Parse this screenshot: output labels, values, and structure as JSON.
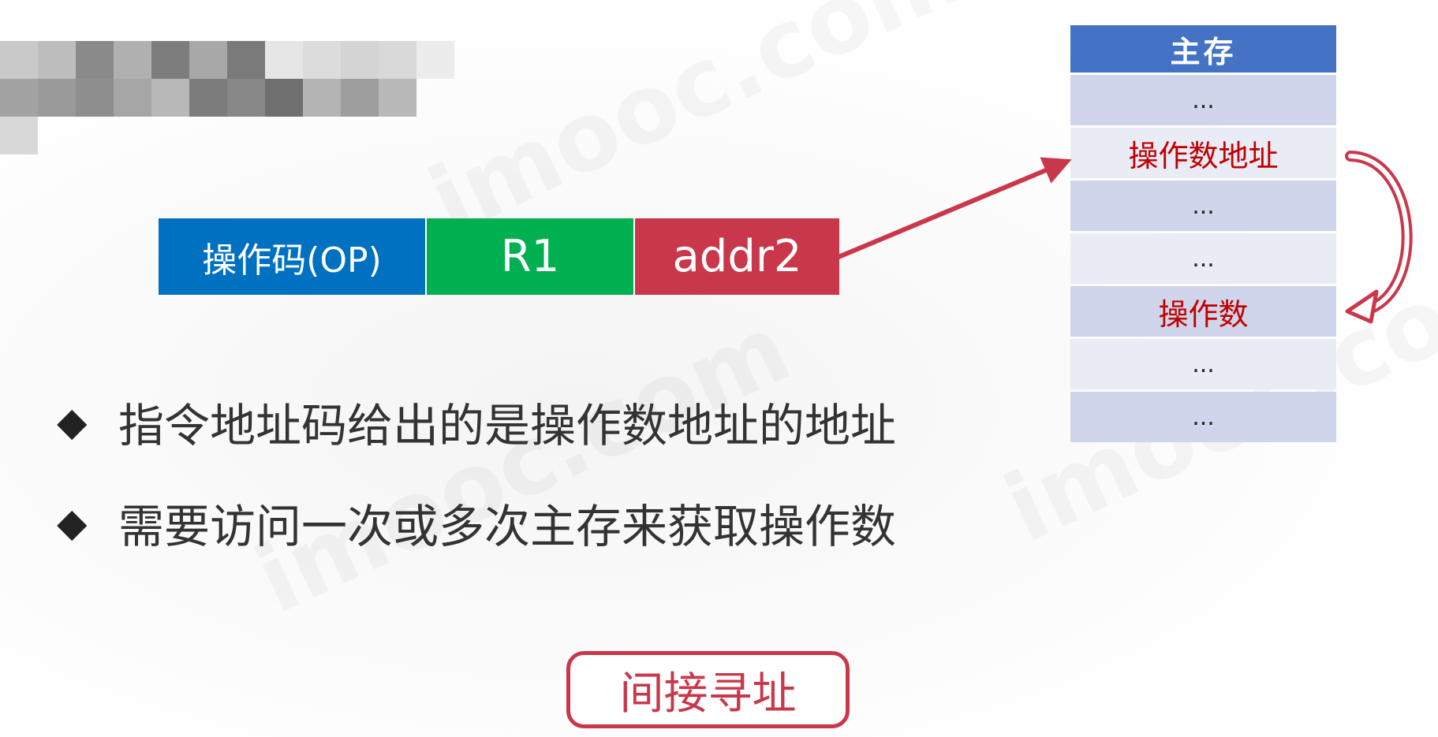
{
  "instruction": {
    "op": "操作码(OP)",
    "r1": "R1",
    "addr": "addr2"
  },
  "memory": {
    "header": "主存",
    "cells": [
      "...",
      "操作数地址",
      "...",
      "...",
      "操作数",
      "...",
      "..."
    ]
  },
  "bullets": [
    "指令地址码给出的是操作数地址的地址",
    "需要访问一次或多次主存来获取操作数"
  ],
  "bullet_marker": "◆",
  "label": "间接寻址",
  "colors": {
    "op": "#0070c0",
    "r1": "#00b050",
    "addr": "#c9384a",
    "memory_header": "#4472c4",
    "highlight_text": "#c00000",
    "arrow": "#c9384a"
  }
}
